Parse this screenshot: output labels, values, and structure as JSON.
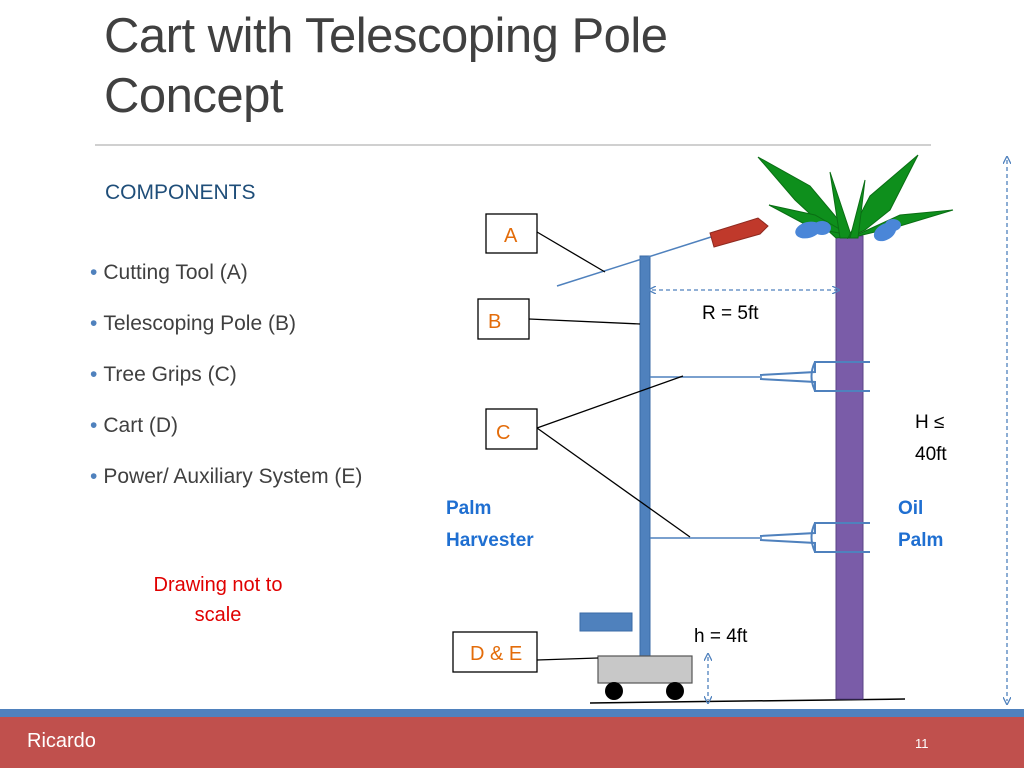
{
  "slide": {
    "title_line1": "Cart with Telescoping Pole",
    "title_line2": "Concept",
    "section_heading": "COMPONENTS",
    "bullets": [
      "Cutting Tool (A)",
      "Telescoping Pole (B)",
      "Tree Grips (C)",
      "Cart (D)",
      "Power/ Auxiliary System (E)"
    ],
    "note_line1": "Drawing not to",
    "note_line2": "scale",
    "footer_brand": "Ricardo",
    "page_number": "11"
  },
  "diagram": {
    "callouts": {
      "a": "A",
      "b": "B",
      "c": "C",
      "de": "D & E"
    },
    "dimensions": {
      "radius": "R = 5ft",
      "height_line1": "H ≤",
      "height_line2": "40ft",
      "cart_height": "h = 4ft"
    },
    "labels": {
      "harvester_line1": "Palm",
      "harvester_line2": "Harvester",
      "palm_line1": "Oil",
      "palm_line2": "Palm"
    }
  },
  "colors": {
    "title_text": "#404040",
    "heading": "#1f4e79",
    "bullet_dot": "#4f81bd",
    "note": "#e00000",
    "callout_letter": "#e36c0a",
    "label_blue": "#1f6fd1",
    "pole": "#4f81bd",
    "trunk": "#7a5ca8",
    "foliage": "#0e8f1c",
    "cutter": "#c0392b",
    "cart": "#c8c8c8",
    "footer_red": "#c0504d",
    "footer_blue": "#4f81bd"
  }
}
